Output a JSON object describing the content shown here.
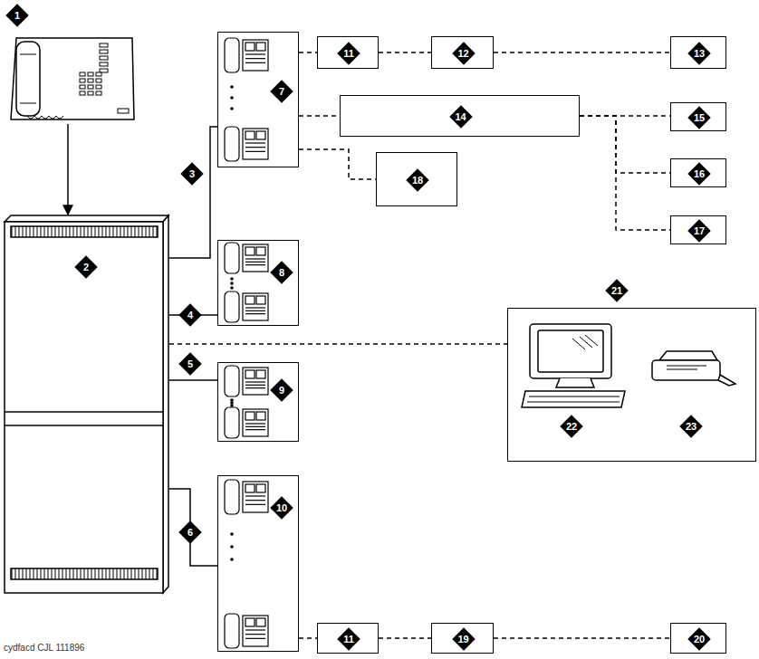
{
  "diagram": {
    "caption": "cydfacd CJL 111896",
    "nodes": [
      {
        "text": [
          "1"
        ]
      },
      {
        "text": [
          "2"
        ]
      },
      {
        "text": [
          "7"
        ]
      },
      {
        "text": [
          "11"
        ]
      },
      {
        "text": [
          "12"
        ]
      },
      {
        "text": [
          "13"
        ]
      },
      {
        "text": [
          "14"
        ]
      },
      {
        "text": [
          "15"
        ]
      },
      {
        "text": [
          "16"
        ]
      },
      {
        "text": [
          "17"
        ]
      },
      {
        "text": [
          "18"
        ]
      },
      {
        "text": [
          "8"
        ]
      },
      {
        "text": [
          "21"
        ]
      },
      {
        "text": [
          "22"
        ],
        "in": 12
      },
      {
        "text": [
          "23"
        ],
        "in": 12
      },
      {
        "text": [
          "9"
        ]
      },
      {
        "text": [
          "10"
        ]
      },
      {
        "text": [
          "11"
        ]
      },
      {
        "text": [
          "19"
        ]
      },
      {
        "text": [
          "20"
        ]
      }
    ],
    "edges": [
      {
        "from": 0,
        "to": 1,
        "arrow": "to"
      },
      {
        "from": 1,
        "to": 2,
        "label": "3",
        "arrow": "none"
      },
      {
        "from": 1,
        "to": 11,
        "label": "4",
        "arrow": "none"
      },
      {
        "from": 1,
        "to": 15,
        "label": "5",
        "arrow": "none"
      },
      {
        "from": 1,
        "to": 16,
        "label": "6",
        "arrow": "none"
      },
      {
        "from": 2,
        "to": 3,
        "arrow": "none"
      },
      {
        "from": 3,
        "to": 4,
        "arrow": "none"
      },
      {
        "from": 4,
        "to": 5,
        "arrow": "none"
      },
      {
        "from": 2,
        "to": 6,
        "arrow": "none"
      },
      {
        "from": 6,
        "to": 7,
        "arrow": "none"
      },
      {
        "from": 6,
        "to": 8,
        "arrow": "none"
      },
      {
        "from": 6,
        "to": 9,
        "arrow": "none"
      },
      {
        "from": 2,
        "to": 10,
        "arrow": "none"
      },
      {
        "from": 1,
        "to": 12,
        "arrow": "none"
      },
      {
        "from": 16,
        "to": 17,
        "arrow": "none"
      },
      {
        "from": 17,
        "to": 18,
        "arrow": "none"
      },
      {
        "from": 18,
        "to": 19,
        "arrow": "none"
      }
    ]
  }
}
